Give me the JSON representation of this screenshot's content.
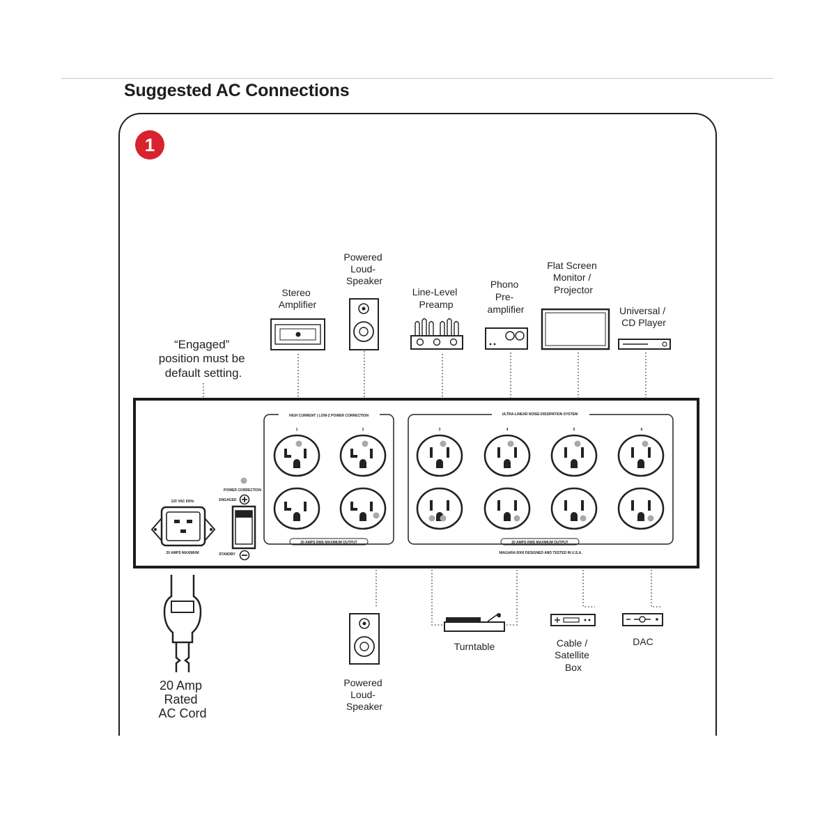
{
  "heading": "Suggested AC Connections",
  "step_number": "1",
  "note": [
    "“Engaged”",
    "position must be",
    "default setting."
  ],
  "devices_top": [
    {
      "label": [
        "Stereo",
        "Amplifier"
      ],
      "icon": "stereo-amplifier-icon"
    },
    {
      "label": [
        "Powered",
        "Loud-",
        "Speaker"
      ],
      "icon": "powered-loudspeaker-icon"
    },
    {
      "label": [
        "Line-Level",
        "Preamp"
      ],
      "icon": "tube-preamp-icon"
    },
    {
      "label": [
        "Phono",
        "Pre-",
        "amplifier"
      ],
      "icon": "phono-preamp-icon"
    },
    {
      "label": [
        "Flat Screen",
        "Monitor /",
        "Projector"
      ],
      "icon": "flat-screen-icon"
    },
    {
      "label": [
        "Universal /",
        "CD Player"
      ],
      "icon": "cd-player-icon"
    }
  ],
  "devices_bottom": [
    {
      "label": [
        "Powered",
        "Loud-",
        "Speaker"
      ],
      "icon": "powered-loudspeaker-icon"
    },
    {
      "label": [
        "Turntable"
      ],
      "icon": "turntable-icon"
    },
    {
      "label": [
        "Cable /",
        "Satellite",
        "Box"
      ],
      "icon": "satellite-box-icon"
    },
    {
      "label": [
        "DAC"
      ],
      "icon": "dac-icon"
    }
  ],
  "power_cord_label": [
    "20 Amp",
    "Rated",
    "AC Cord"
  ],
  "panel": {
    "group_left_title": "HIGH CURRENT | LOW-Z POWER CORRECTION",
    "group_right_title": "ULTRA-LINEAR NOISE-DISSIPATION SYSTEM",
    "group_left_rating": "20 AMPS RMS MAXIMUM OUTPUT",
    "group_right_rating": "20 AMPS RMS MAXIMUM OUTPUT",
    "footer": "NIAGARA-5000 DESIGNED AND TESTED IN U.S.A.",
    "outlet_numbers": [
      "1",
      "2",
      "3",
      "4",
      "5",
      "6"
    ],
    "inlet_top": "120 VAC 60Hz",
    "inlet_bottom": "20 AMPS MAXIMUM",
    "switch_label": "POWER CORRECTION",
    "switch_on": "ENGAGED",
    "switch_off": "STANDBY"
  }
}
